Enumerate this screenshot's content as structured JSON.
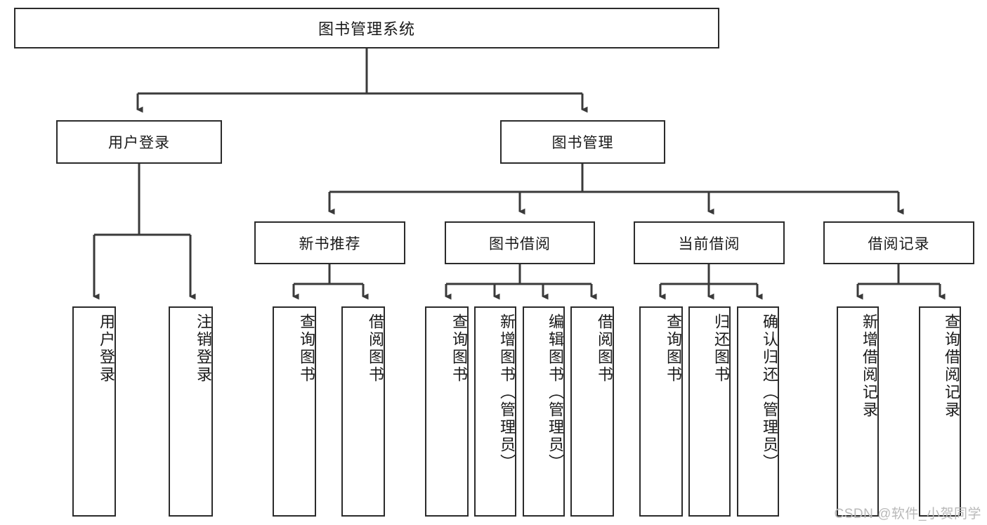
{
  "diagram": {
    "title": "图书管理系统",
    "type": "tree",
    "orientation": "top-down",
    "colors": {
      "box_border": "#2b2b2b",
      "box_fill": "#ffffff",
      "edge": "#3a3a3a",
      "text": "#1a1a1a",
      "watermark": "#b9b9b9",
      "background": "#ffffff"
    },
    "root": {
      "label": "图书管理系统"
    },
    "level2": [
      {
        "label": "用户登录"
      },
      {
        "label": "图书管理"
      }
    ],
    "level3": [
      {
        "label": "新书推荐"
      },
      {
        "label": "图书借阅"
      },
      {
        "label": "当前借阅"
      },
      {
        "label": "借阅记录"
      }
    ],
    "leaves": [
      {
        "label": "用户登录"
      },
      {
        "label": "注销登录"
      },
      {
        "label": "查询图书"
      },
      {
        "label": "借阅图书"
      },
      {
        "label": "查询图书"
      },
      {
        "label": "新增图书（管理员）"
      },
      {
        "label": "编辑图书（管理员）"
      },
      {
        "label": "借阅图书"
      },
      {
        "label": "查询图书"
      },
      {
        "label": "归还图书"
      },
      {
        "label": "确认归还（管理员）"
      },
      {
        "label": "新增借阅记录"
      },
      {
        "label": "查询借阅记录"
      }
    ],
    "edges": [
      {
        "from": "图书管理系统",
        "to": "用户登录"
      },
      {
        "from": "图书管理系统",
        "to": "图书管理"
      },
      {
        "from": "用户登录",
        "to": "用户登录"
      },
      {
        "from": "用户登录",
        "to": "注销登录"
      },
      {
        "from": "图书管理",
        "to": "新书推荐"
      },
      {
        "from": "图书管理",
        "to": "图书借阅"
      },
      {
        "from": "图书管理",
        "to": "当前借阅"
      },
      {
        "from": "图书管理",
        "to": "借阅记录"
      },
      {
        "from": "新书推荐",
        "to": "查询图书"
      },
      {
        "from": "新书推荐",
        "to": "借阅图书"
      },
      {
        "from": "图书借阅",
        "to": "查询图书"
      },
      {
        "from": "图书借阅",
        "to": "新增图书（管理员）"
      },
      {
        "from": "图书借阅",
        "to": "编辑图书（管理员）"
      },
      {
        "from": "图书借阅",
        "to": "借阅图书"
      },
      {
        "from": "当前借阅",
        "to": "查询图书"
      },
      {
        "from": "当前借阅",
        "to": "归还图书"
      },
      {
        "from": "当前借阅",
        "to": "确认归还（管理员）"
      },
      {
        "from": "借阅记录",
        "to": "新增借阅记录"
      },
      {
        "from": "借阅记录",
        "to": "查询借阅记录"
      }
    ]
  },
  "watermark": {
    "text": "CSDN @软件_小贺同学"
  }
}
